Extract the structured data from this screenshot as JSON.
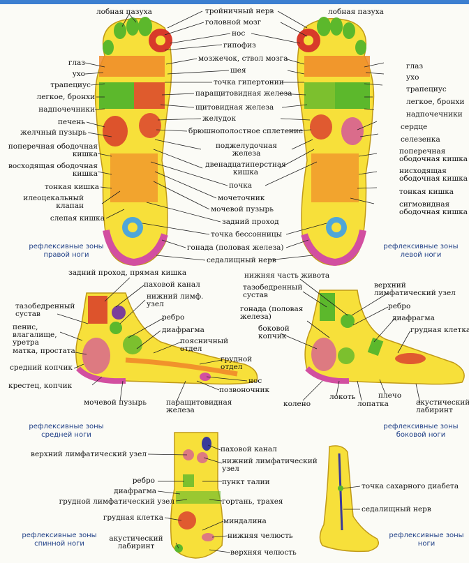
{
  "labels": {
    "lobnaya_l": "лобная пазуха",
    "troynichny": "тройничный нерв",
    "lobnaya_r": "лобная пазуха",
    "golovnoy": "головной мозг",
    "nos1": "нос",
    "gipofiz": "гипофиз",
    "mozzhechok": "мозжечок, ствол мозга",
    "sheya": "шея",
    "gipert": "точка гипертонии",
    "parashch1": "паращитовидная железа",
    "shchit": "щитовидная железа",
    "zheludok": "желудок",
    "bryush": "брюшнополостное сплетение",
    "podzhel": "поджелудочная железа",
    "dvenad": "двенадцатиперстная кишка",
    "pochka": "почка",
    "mocheto": "мочеточник",
    "mochpuz1": "мочевой пузырь",
    "zadniy1": "задний проход",
    "bessonn": "точка бессонницы",
    "gonada1": "гонада (половая железа)",
    "sedal1": "седалищный нерв",
    "glaz_l": "глаз",
    "ukho_l": "ухо",
    "trap_l": "трапециус",
    "legkoe_l": "легкое, бронхи",
    "nadpoch_l": "надпочечники",
    "pechen": "печень",
    "zhelch": "желчный пузырь",
    "poperech_l": "поперечная ободочная кишка",
    "voskhod": "восходящая ободочная кишка",
    "tonkaya_l": "тонкая кишка",
    "ileo": "илеоцекальный клапан",
    "slepaya": "слепая кишка",
    "glaz_r": "глаз",
    "ukho_r": "ухо",
    "trap_r": "трапециус",
    "legkoe_r": "легкое, бронхи",
    "nadpoch_r": "надпочечники",
    "serdtse": "сердце",
    "selezenka": "селезенка",
    "poperech_r": "поперечная ободочная кишка",
    "niskhod": "нисходящая ободочная кишка",
    "tonkaya_r": "тонкая кишка",
    "sigmoid": "сигмовидная ободочная кишка",
    "zadniy2": "задний проход, прямая кишка",
    "pakh1": "паховой канал",
    "nizh_limf1": "нижний лимф. узел",
    "tazobed1": "тазобедренный сустав",
    "penis": "пенис, влагалище, уретра",
    "matka": "матка, простата",
    "sredniy": "средний копчик",
    "krestets": "крестец, копчик",
    "rebro1": "ребро",
    "diafr1": "диафрагма",
    "poyasn": "поясничный отдел",
    "grudn_otd": "грудной отдел",
    "nos2": "нос",
    "pozvon": "позвоночник",
    "mochpuz2": "мочевой пузырь",
    "parashch2": "паращитовидная железа",
    "nizh_chast": "нижняя часть живота",
    "tazobed2": "тазобедренный сустав",
    "gonada2": "гонада (половая железа)",
    "bokovoy": "боковой копчик",
    "verkh_limf1": "верхний лимфатический узел",
    "rebro2": "ребро",
    "diafr2": "диафрагма",
    "grudn_kl1": "грудная клетка",
    "koleno": "колено",
    "lokot": "локоть",
    "lopatka": "лопатка",
    "plecho": "плечо",
    "akust1": "акустический лабиринт",
    "verkh_limf2": "верхний лимфатический узел",
    "pakh2": "паховой канал",
    "nizh_limf2": "нижний лимфатический узел",
    "talii": "пункт талии",
    "rebro3": "ребро",
    "diafr3": "диафрагма",
    "gortan": "гортань, трахея",
    "grudn_limf": "грудной лимфатический узел",
    "grudn_kl2": "грудная клетка",
    "mindalina": "миндалина",
    "nizh_chel": "нижняя челюсть",
    "akust2": "акустический лабиринт",
    "verkh_chel": "верхняя челюсть",
    "sakhar": "точка сахарного диабета",
    "sedal2": "седалищный нерв"
  },
  "zones": {
    "right": "рефлексивные зоны правой ноги",
    "left": "рефлексивные зоны левой ноги",
    "middle": "рефлексивные зоны средней ноги",
    "side": "рефлексивные зоны боковой ноги",
    "back": "рефлексивные зоны спинной ноги",
    "shin": "рефлексивные зоны ноги"
  },
  "colors": {
    "foot_base": "#f7e03a",
    "green_zone": "#5cb82c",
    "red_zone": "#d83a2a",
    "pink_zone": "#d24fa0",
    "blue_zone": "#4fa6d8",
    "orange_zone": "#f08a2a",
    "purple_zone": "#7b3f9a",
    "label_title": "#1f3f86",
    "top_bar": "#3c7fd0"
  }
}
